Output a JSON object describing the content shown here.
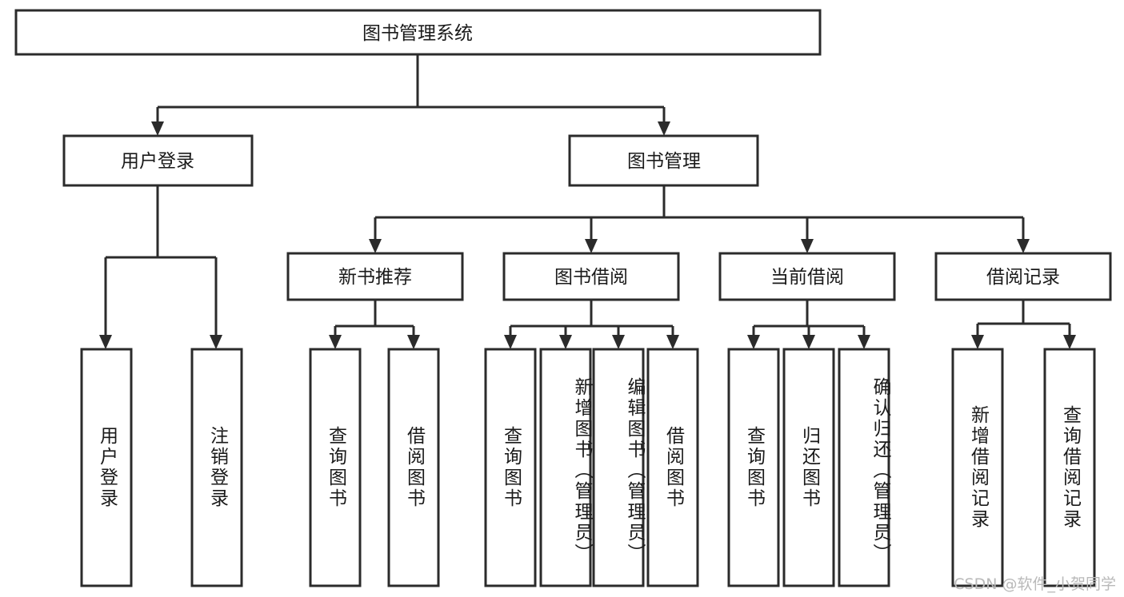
{
  "diagram": {
    "type": "tree-hierarchy-chart",
    "title": "图书管理系统",
    "colors": {
      "box_stroke": "#2b2b2b",
      "box_fill": "#ffffff",
      "connector": "#2b2b2b",
      "text": "#1a1a1a",
      "watermark": "#b9b9b9",
      "background": "#ffffff"
    },
    "root": {
      "label": "图书管理系统"
    },
    "level2": [
      {
        "label": "用户登录"
      },
      {
        "label": "图书管理"
      }
    ],
    "level3": [
      {
        "label": "新书推荐"
      },
      {
        "label": "图书借阅"
      },
      {
        "label": "当前借阅"
      },
      {
        "label": "借阅记录"
      }
    ],
    "leaves": {
      "user_login": [
        {
          "label": "用户登录"
        },
        {
          "label": "注销登录"
        }
      ],
      "new_book": [
        {
          "label": "查询图书"
        },
        {
          "label": "借阅图书"
        }
      ],
      "book_borrow": [
        {
          "label": "查询图书"
        },
        {
          "label": "新增图书（管理员）"
        },
        {
          "label": "编辑图书（管理员）"
        },
        {
          "label": "借阅图书"
        }
      ],
      "current_borrow": [
        {
          "label": "查询图书"
        },
        {
          "label": "归还图书"
        },
        {
          "label": "确认归还（管理员）"
        }
      ],
      "borrow_record": [
        {
          "label": "新增借阅记录"
        },
        {
          "label": "查询借阅记录"
        }
      ]
    }
  },
  "watermark": {
    "text": "CSDN @软件_小贺同学"
  }
}
